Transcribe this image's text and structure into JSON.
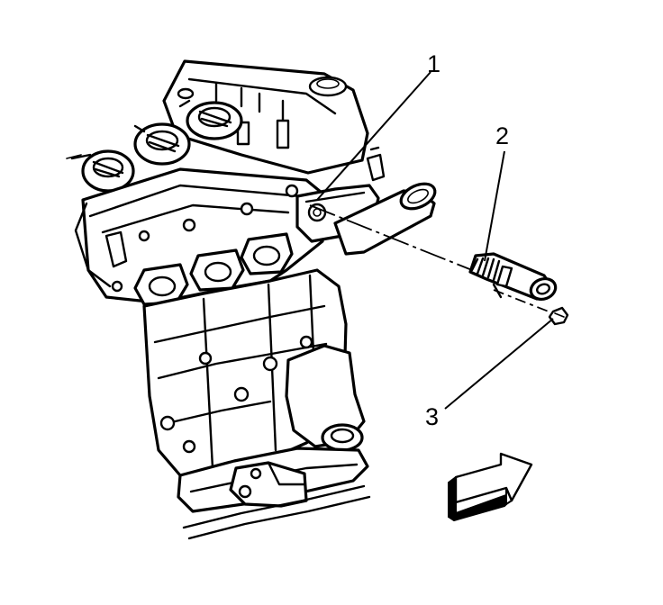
{
  "callouts": [
    {
      "label": "1"
    },
    {
      "label": "2"
    },
    {
      "label": "3"
    }
  ],
  "icons": {
    "engine": "engine-block-illustration",
    "tube": "coolant-tube-illustration",
    "bolt": "bolt-illustration",
    "arrow": "front-of-vehicle-arrow-icon"
  },
  "colors": {
    "ink": "#000000",
    "background": "#ffffff"
  }
}
